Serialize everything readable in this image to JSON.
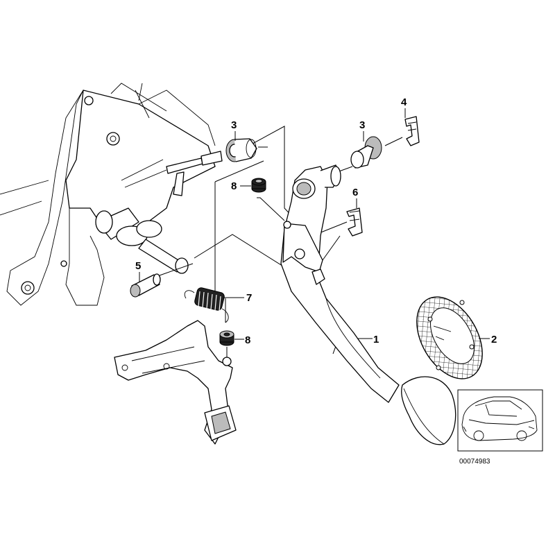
{
  "callouts": [
    {
      "id": "3a",
      "label": "3"
    },
    {
      "id": "3b",
      "label": "3"
    },
    {
      "id": "4",
      "label": "4"
    },
    {
      "id": "6",
      "label": "6"
    },
    {
      "id": "8a",
      "label": "8"
    },
    {
      "id": "5",
      "label": "5"
    },
    {
      "id": "7",
      "label": "7"
    },
    {
      "id": "8b",
      "label": "8"
    },
    {
      "id": "1",
      "label": "1"
    },
    {
      "id": "2",
      "label": "2"
    }
  ],
  "reference_number": "00074983"
}
